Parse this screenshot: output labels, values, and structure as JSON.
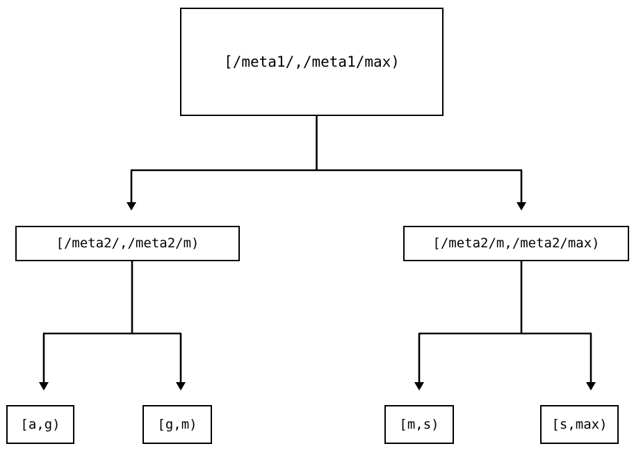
{
  "diagram": {
    "type": "binary-tree",
    "orientation": "top-down",
    "edge_style": "orthogonal-elbow",
    "arrowhead": "filled-triangle-down",
    "colors": {
      "stroke": "#000000",
      "fill": "#ffffff",
      "text": "#000000"
    },
    "nodes": {
      "root": {
        "label": "[/meta1/,/meta1/max)",
        "level": 0
      },
      "mid_left": {
        "label": "[/meta2/,/meta2/m)",
        "level": 1
      },
      "mid_right": {
        "label": "[/meta2/m,/meta2/max)",
        "level": 1
      },
      "leaf_ag": {
        "label": "[a,g)",
        "level": 2
      },
      "leaf_gm": {
        "label": "[g,m)",
        "level": 2
      },
      "leaf_ms": {
        "label": "[m,s)",
        "level": 2
      },
      "leaf_smax": {
        "label": "[s,max)",
        "level": 2
      }
    },
    "edges": [
      {
        "from": "root",
        "to": "mid_left"
      },
      {
        "from": "root",
        "to": "mid_right"
      },
      {
        "from": "mid_left",
        "to": "leaf_ag"
      },
      {
        "from": "mid_left",
        "to": "leaf_gm"
      },
      {
        "from": "mid_right",
        "to": "leaf_ms"
      },
      {
        "from": "mid_right",
        "to": "leaf_smax"
      }
    ]
  }
}
